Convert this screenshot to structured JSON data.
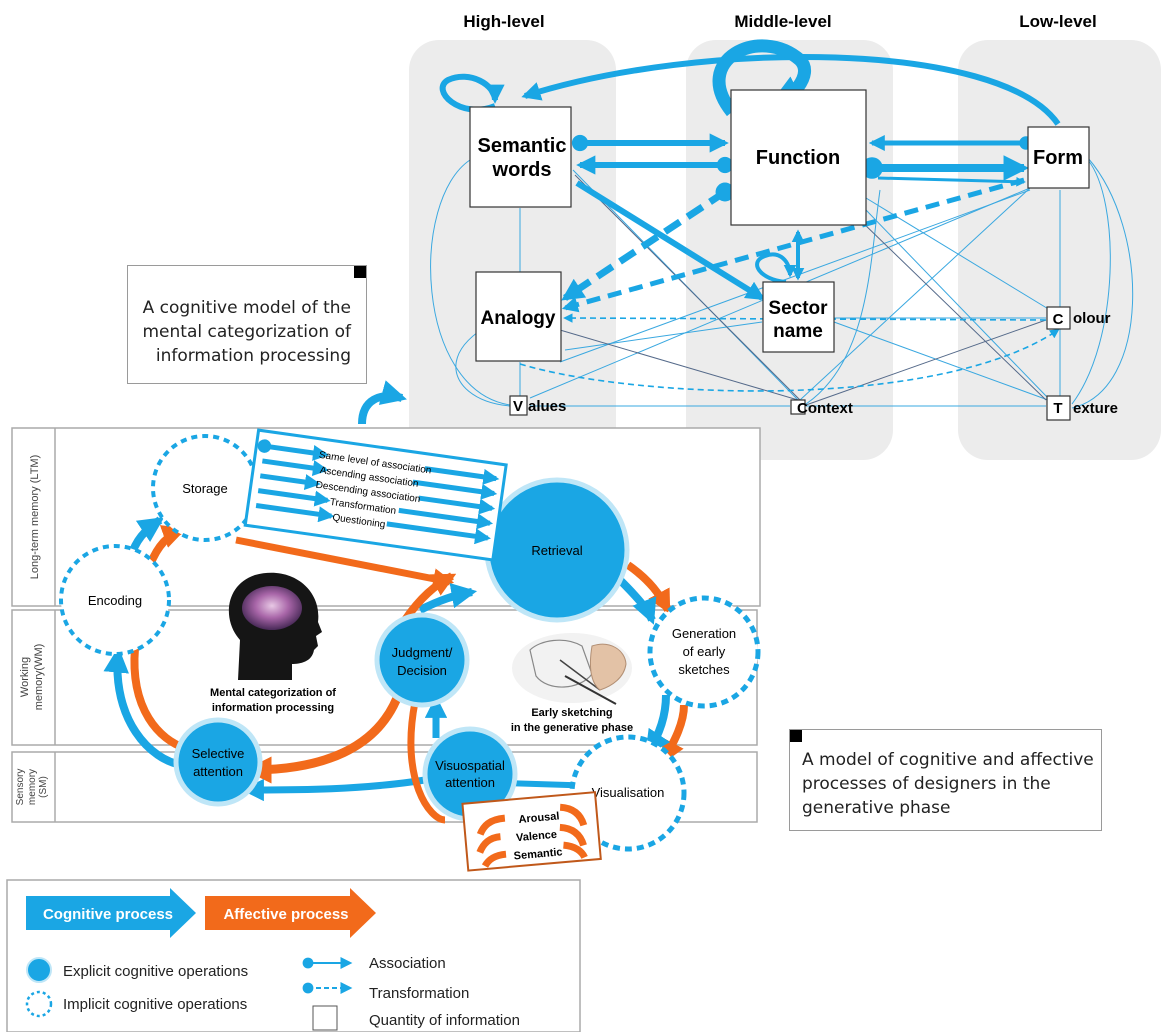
{
  "columns": {
    "high": "High-level",
    "middle": "Middle-level",
    "low": "Low-level"
  },
  "top_model": {
    "nodes": {
      "semantic_line1": "Semantic",
      "semantic_line2": "words",
      "function": "Function",
      "form": "Form",
      "analogy": "Analogy",
      "sector_line1": "Sector",
      "sector_line2": "name",
      "colour_initial": "C",
      "colour_rest": "olour",
      "texture_initial": "T",
      "texture_rest": "exture",
      "values_initial": "V",
      "values_rest": "alues",
      "context_rest": "Context"
    }
  },
  "notes": {
    "cognitive_model": [
      "A cognitive model of the",
      "mental categorization of",
      "information processing"
    ],
    "designer_model": [
      "A model of cognitive and affective",
      "processes of designers in the",
      "generative phase"
    ]
  },
  "bottom_model": {
    "bands": {
      "ltm": "Long-term memory (LTM)",
      "wm_line1": "Working",
      "wm_line2": "memory(WM)",
      "sm_line1": "Sensory",
      "sm_line2": "memory",
      "sm_line3": "(SM)"
    },
    "nodes": {
      "storage": "Storage",
      "encoding": "Encoding",
      "retrieval": "Retrieval",
      "generation_line1": "Generation",
      "generation_line2": "of early",
      "generation_line3": "sketches",
      "visualisation": "Visualisation",
      "judgment_line1": "Judgment/",
      "judgment_line2": "Decision",
      "selective_line1": "Selective",
      "selective_line2": "attention",
      "visuospatial_line1": "Visuospatial",
      "visuospatial_line2": "attention"
    },
    "association_types": [
      "Same level of association",
      "Ascending association",
      "Descending association",
      "Transformation",
      "Questioning"
    ],
    "head_caption_line1": "Mental categorization of",
    "head_caption_line2": "information processing",
    "sketch_caption_line1": "Early sketching",
    "sketch_caption_line2": "in the generative phase",
    "affect_items": [
      "Arousal",
      "Valence",
      "Semantic"
    ]
  },
  "legend": {
    "cognitive_process": "Cognitive process",
    "affective_process": "Affective process",
    "explicit": "Explicit cognitive operations",
    "implicit": "Implicit cognitive operations",
    "association": "Association",
    "transformation": "Transformation",
    "quantity": "Quantity of information"
  },
  "colors": {
    "cognitive_blue": "#1aa6e4",
    "affective_orange": "#f26a1b",
    "column_grey": "#ececec",
    "dark_connector": "#556a8a"
  }
}
